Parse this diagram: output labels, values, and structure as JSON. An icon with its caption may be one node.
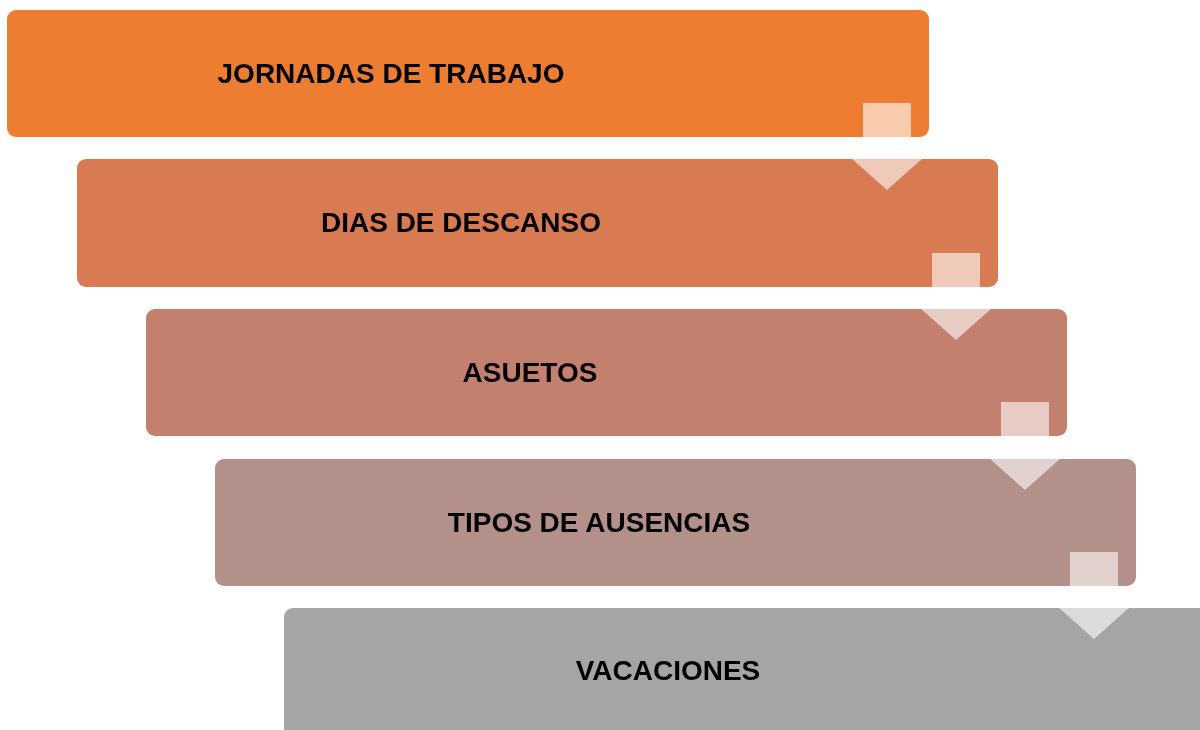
{
  "diagram": {
    "nodes": [
      {
        "text": [
          "JORNADAS DE TRABAJO"
        ]
      },
      {
        "text": [
          "DIAS DE DESCANSO"
        ]
      },
      {
        "text": [
          "ASUETOS"
        ]
      },
      {
        "text": [
          "TIPOS DE AUSENCIAS"
        ]
      },
      {
        "text": [
          "VACACIONES"
        ]
      }
    ],
    "edges": [
      {
        "from": 0,
        "to": 1,
        "arrow": "to"
      },
      {
        "from": 1,
        "to": 2,
        "arrow": "to"
      },
      {
        "from": 2,
        "to": 3,
        "arrow": "to"
      },
      {
        "from": 3,
        "to": 4,
        "arrow": "to"
      }
    ]
  }
}
